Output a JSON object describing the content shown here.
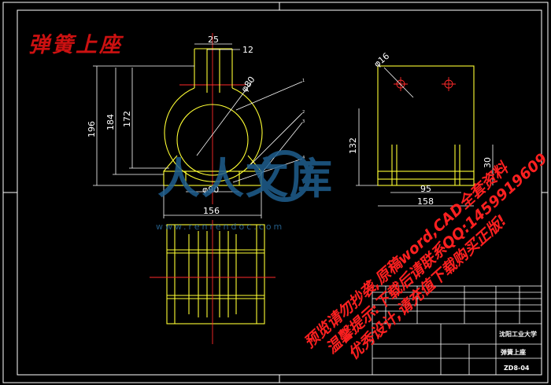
{
  "title": "弹簧上座",
  "dimensions": {
    "top_width": "25",
    "slot": "12",
    "bore": "φ80",
    "h196": "196",
    "h184": "184",
    "h172": "172",
    "base_hole": "φ90",
    "base_width": "156",
    "hole_dia": "φ16",
    "side_height": "132",
    "side_depth": "95",
    "side_width": "158",
    "side_small": "30"
  },
  "balloons": [
    "1",
    "2",
    "3",
    "4"
  ],
  "watermark": {
    "brand": "人人文库",
    "url": "www.renrendoc.com",
    "line1": "预览请勿抄袭,原稿word,CAD全套资料",
    "line2": "温馨提示:下载后请联系QQ:1459919609",
    "line3": "优秀设计,请充值下载购买正版!"
  },
  "title_block": {
    "university": "沈阳工业大学",
    "part_name": "弹簧上座",
    "drawing_no": "ZD8-04"
  },
  "colors": {
    "background": "#000000",
    "geometry": "#ffff33",
    "dimension": "#ffffff",
    "centerline": "#ff2a2a",
    "title_text": "#cc1111",
    "watermark_red": "#ff2020",
    "watermark_blue": "#1f5f8f"
  }
}
